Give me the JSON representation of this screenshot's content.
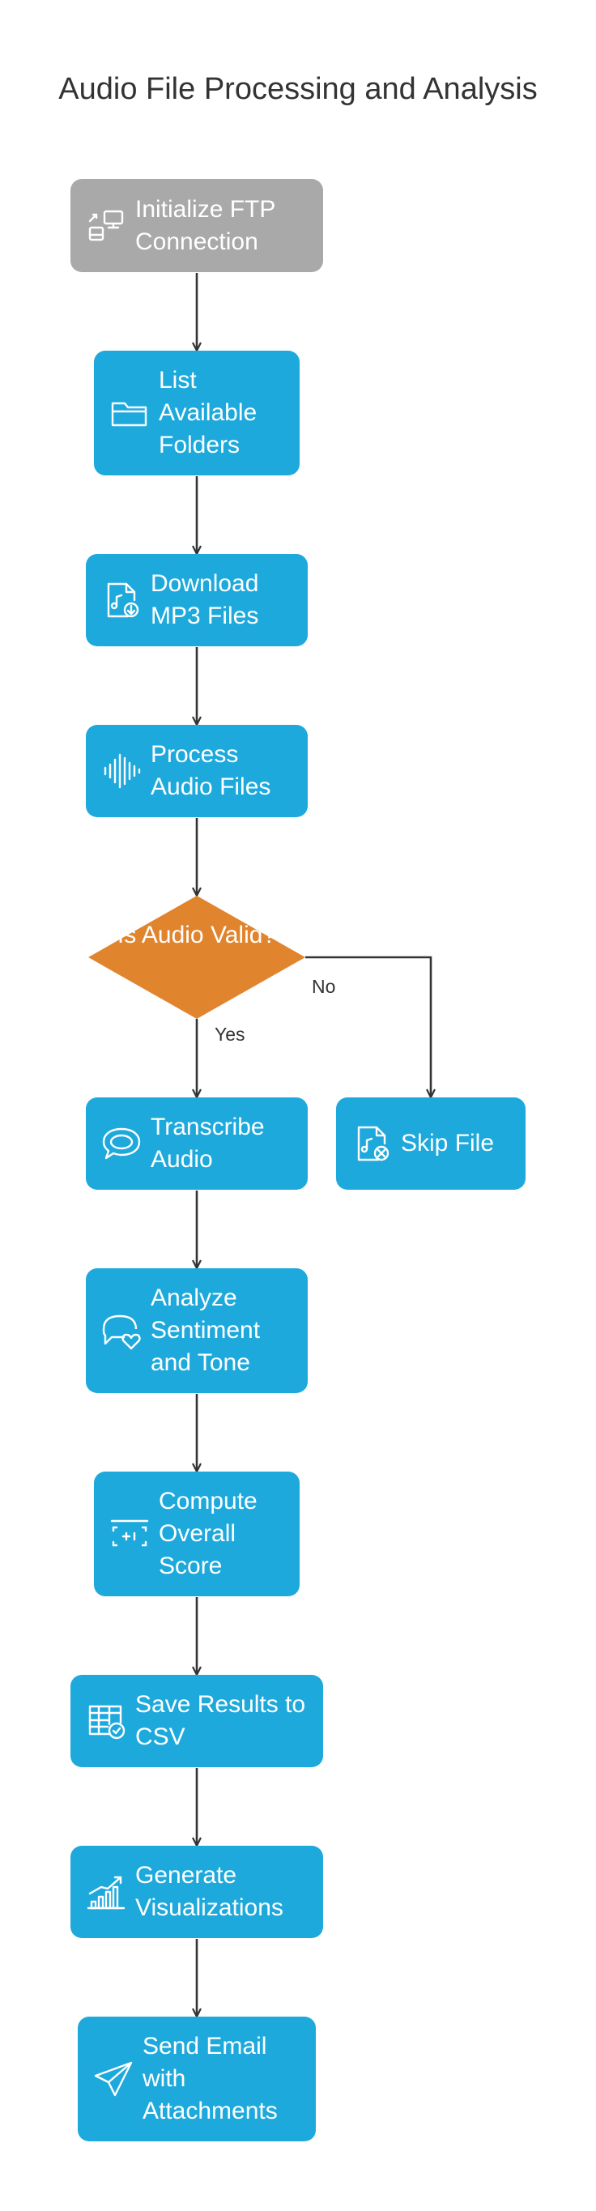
{
  "title": "Audio File Processing and Analysis",
  "colors": {
    "process": "#1ea9dc",
    "start": "#a9a9a9",
    "decision": "#e0842e",
    "arrow": "#333333",
    "text": "#ffffff"
  },
  "nodes": {
    "ftp": {
      "label": "Initialize FTP Connection",
      "icon": "network-computers-icon"
    },
    "list": {
      "label": "List Available Folders",
      "icon": "folder-icon"
    },
    "download": {
      "label": "Download MP3 Files",
      "icon": "music-file-download-icon"
    },
    "process": {
      "label": "Process Audio Files",
      "icon": "sound-wave-icon"
    },
    "decision": {
      "label": "Is Audio Valid?"
    },
    "transcribe": {
      "label": "Transcribe Audio",
      "icon": "speech-bubble-icon"
    },
    "skip": {
      "label": "Skip File",
      "icon": "music-file-remove-icon"
    },
    "sentiment": {
      "label": "Analyze Sentiment and Tone",
      "icon": "chat-heart-icon"
    },
    "score": {
      "label": "Compute Overall Score",
      "icon": "calculator-icon"
    },
    "csv": {
      "label": "Save Results to CSV",
      "icon": "table-check-icon"
    },
    "viz": {
      "label": "Generate Visualizations",
      "icon": "chart-growth-icon"
    },
    "email": {
      "label": "Send Email with Attachments",
      "icon": "paper-plane-icon"
    }
  },
  "edges": {
    "yes": "Yes",
    "no": "No"
  }
}
